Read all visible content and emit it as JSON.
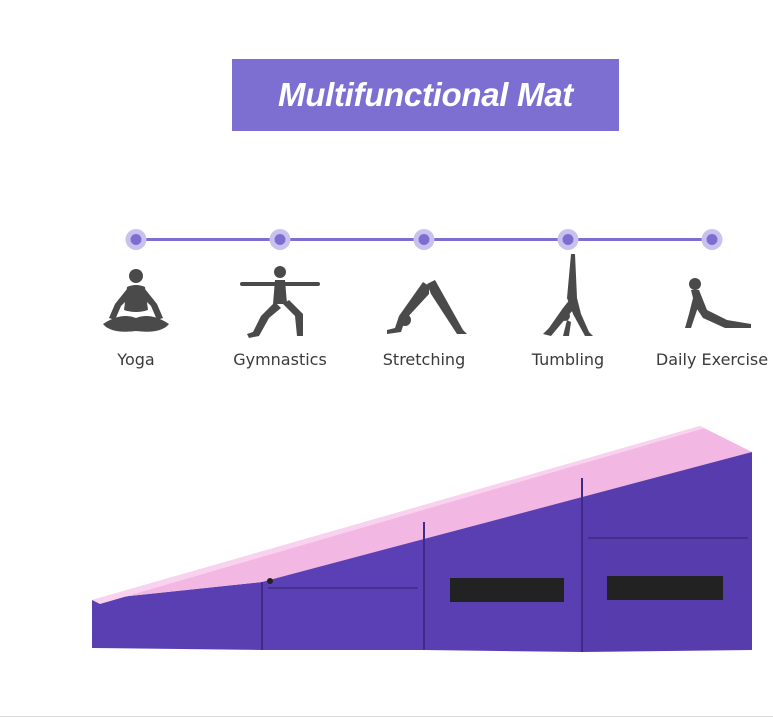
{
  "banner": {
    "title": "Multifunctional Mat"
  },
  "activities": [
    {
      "label": "Yoga",
      "icon": "yoga-pose-icon"
    },
    {
      "label": "Gymnastics",
      "icon": "gymnastics-pose-icon"
    },
    {
      "label": "Stretching",
      "icon": "stretching-pose-icon"
    },
    {
      "label": "Tumbling",
      "icon": "tumbling-pose-icon"
    },
    {
      "label": "Daily Exercise",
      "icon": "daily-exercise-pose-icon"
    }
  ],
  "colors": {
    "accent": "#7d6fd2",
    "mat_top": "#f1b5e0",
    "mat_side": "#5a3fb3",
    "handle": "#222222",
    "figure": "#4a4a4a"
  }
}
